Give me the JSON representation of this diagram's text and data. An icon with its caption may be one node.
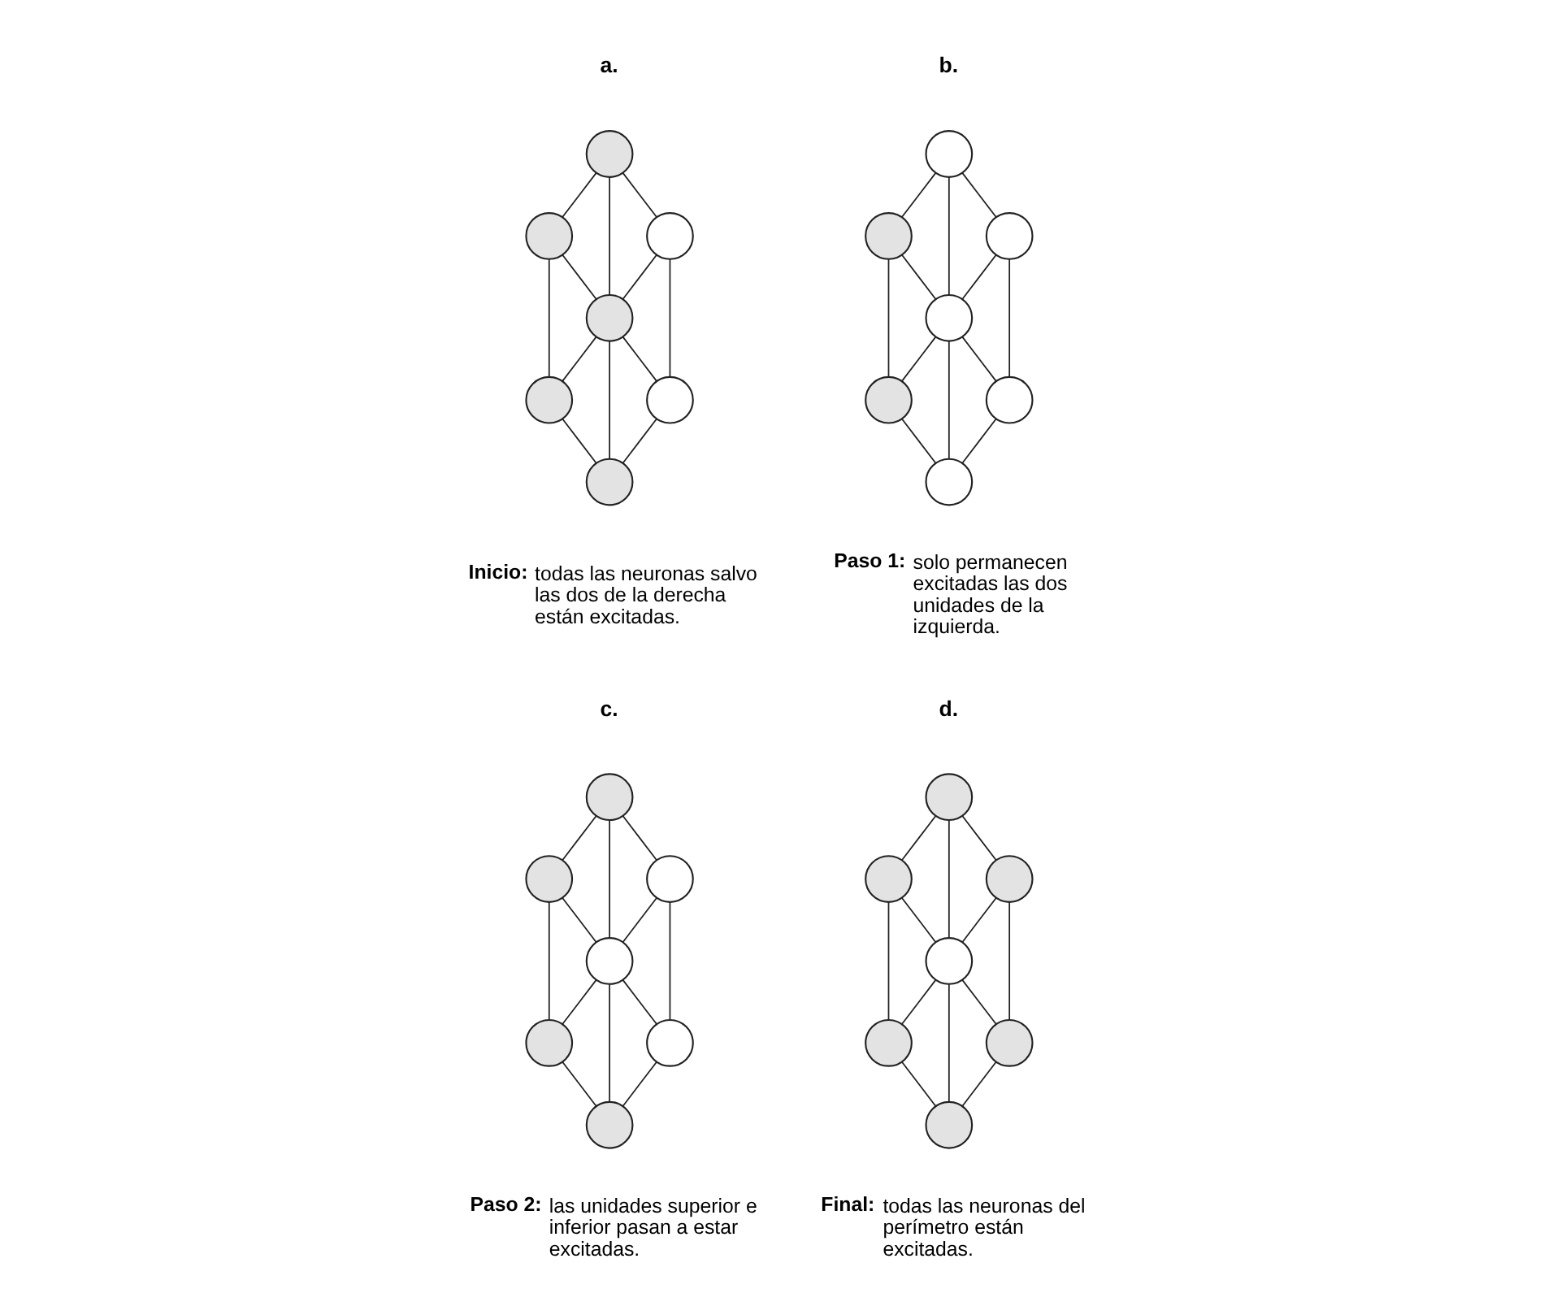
{
  "diagram": {
    "nodes": [
      {
        "text": [],
        "shape": "circle"
      },
      {
        "text": [],
        "shape": "circle"
      },
      {
        "text": [],
        "shape": "circle"
      },
      {
        "text": [],
        "shape": "circle"
      },
      {
        "text": [],
        "shape": "circle"
      },
      {
        "text": [],
        "shape": "circle"
      },
      {
        "text": [],
        "shape": "circle"
      },
      {
        "text": [],
        "shape": "circle"
      },
      {
        "text": [],
        "shape": "circle"
      },
      {
        "text": [],
        "shape": "circle"
      },
      {
        "text": [],
        "shape": "circle"
      },
      {
        "text": [],
        "shape": "circle"
      },
      {
        "text": [],
        "shape": "circle"
      },
      {
        "text": [],
        "shape": "circle"
      },
      {
        "text": [],
        "shape": "circle"
      },
      {
        "text": [],
        "shape": "circle"
      },
      {
        "text": [],
        "shape": "circle"
      },
      {
        "text": [],
        "shape": "circle"
      },
      {
        "text": [],
        "shape": "circle"
      },
      {
        "text": [],
        "shape": "circle"
      },
      {
        "text": [],
        "shape": "circle"
      },
      {
        "text": [],
        "shape": "circle"
      },
      {
        "text": [],
        "shape": "circle"
      },
      {
        "text": [],
        "shape": "circle"
      },
      {
        "text": [],
        "shape": "circle"
      },
      {
        "text": [],
        "shape": "circle"
      },
      {
        "text": [],
        "shape": "circle"
      },
      {
        "text": [],
        "shape": "circle"
      }
    ],
    "edges": [
      {
        "from": 0,
        "to": 1,
        "arrow": "none"
      },
      {
        "from": 0,
        "to": 2,
        "arrow": "none"
      },
      {
        "from": 0,
        "to": 3,
        "arrow": "none"
      },
      {
        "from": 1,
        "to": 3,
        "arrow": "none"
      },
      {
        "from": 2,
        "to": 3,
        "arrow": "none"
      },
      {
        "from": 1,
        "to": 4,
        "arrow": "none"
      },
      {
        "from": 2,
        "to": 5,
        "arrow": "none"
      },
      {
        "from": 3,
        "to": 4,
        "arrow": "none"
      },
      {
        "from": 3,
        "to": 5,
        "arrow": "none"
      },
      {
        "from": 3,
        "to": 6,
        "arrow": "none"
      },
      {
        "from": 4,
        "to": 6,
        "arrow": "none"
      },
      {
        "from": 5,
        "to": 6,
        "arrow": "none"
      },
      {
        "from": 7,
        "to": 8,
        "arrow": "none"
      },
      {
        "from": 7,
        "to": 9,
        "arrow": "none"
      },
      {
        "from": 7,
        "to": 10,
        "arrow": "none"
      },
      {
        "from": 8,
        "to": 10,
        "arrow": "none"
      },
      {
        "from": 9,
        "to": 10,
        "arrow": "none"
      },
      {
        "from": 8,
        "to": 11,
        "arrow": "none"
      },
      {
        "from": 9,
        "to": 12,
        "arrow": "none"
      },
      {
        "from": 10,
        "to": 11,
        "arrow": "none"
      },
      {
        "from": 10,
        "to": 12,
        "arrow": "none"
      },
      {
        "from": 10,
        "to": 13,
        "arrow": "none"
      },
      {
        "from": 11,
        "to": 13,
        "arrow": "none"
      },
      {
        "from": 12,
        "to": 13,
        "arrow": "none"
      },
      {
        "from": 14,
        "to": 15,
        "arrow": "none"
      },
      {
        "from": 14,
        "to": 16,
        "arrow": "none"
      },
      {
        "from": 14,
        "to": 17,
        "arrow": "none"
      },
      {
        "from": 15,
        "to": 17,
        "arrow": "none"
      },
      {
        "from": 16,
        "to": 17,
        "arrow": "none"
      },
      {
        "from": 15,
        "to": 18,
        "arrow": "none"
      },
      {
        "from": 16,
        "to": 19,
        "arrow": "none"
      },
      {
        "from": 17,
        "to": 18,
        "arrow": "none"
      },
      {
        "from": 17,
        "to": 19,
        "arrow": "none"
      },
      {
        "from": 17,
        "to": 20,
        "arrow": "none"
      },
      {
        "from": 18,
        "to": 20,
        "arrow": "none"
      },
      {
        "from": 19,
        "to": 20,
        "arrow": "none"
      },
      {
        "from": 21,
        "to": 22,
        "arrow": "none"
      },
      {
        "from": 21,
        "to": 23,
        "arrow": "none"
      },
      {
        "from": 21,
        "to": 24,
        "arrow": "none"
      },
      {
        "from": 22,
        "to": 24,
        "arrow": "none"
      },
      {
        "from": 23,
        "to": 24,
        "arrow": "none"
      },
      {
        "from": 22,
        "to": 25,
        "arrow": "none"
      },
      {
        "from": 23,
        "to": 26,
        "arrow": "none"
      },
      {
        "from": 24,
        "to": 25,
        "arrow": "none"
      },
      {
        "from": 24,
        "to": 26,
        "arrow": "none"
      },
      {
        "from": 24,
        "to": 27,
        "arrow": "none"
      },
      {
        "from": 25,
        "to": 27,
        "arrow": "none"
      },
      {
        "from": 26,
        "to": 27,
        "arrow": "none"
      }
    ],
    "labels": [
      "a.",
      "b.",
      "Inicio:",
      "todas las neuronas salvo las dos de la derecha están excitadas.",
      "Paso 1:",
      "solo permanecen excitadas las dos unidades de la izquierda.",
      "c.",
      "d.",
      "Paso 2:",
      "las unidades superior e inferior pasan a estar excitadas.",
      "Final:",
      "todas las neuronas del perímetro están excitadas."
    ]
  }
}
